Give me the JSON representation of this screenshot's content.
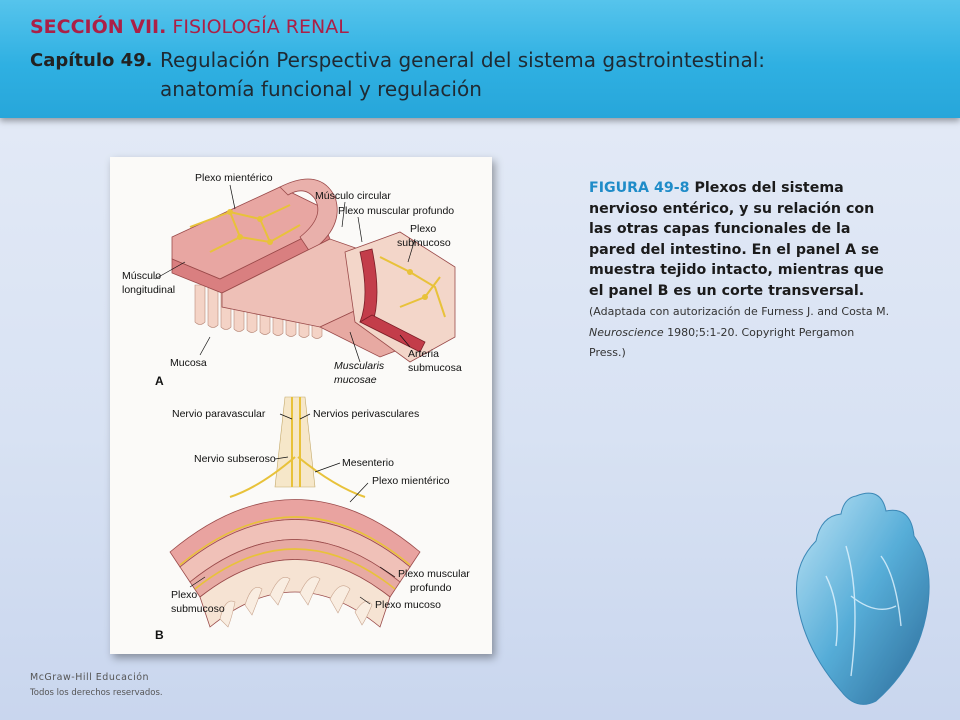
{
  "header": {
    "section_bold": "SECCIÓN VII.",
    "section_rest": "FISIOLOGÍA RENAL",
    "chapter_label": "Capítulo 49.",
    "chapter_title_line1": "Regulación Perspectiva general del sistema gastrointestinal:",
    "chapter_title_line2": "anatomía funcional y regulación"
  },
  "figure": {
    "panel_a": {
      "panel_letter": "A",
      "labels": {
        "plexo_mienterico": "Plexo mientérico",
        "musculo_circular": "Músculo circular",
        "plexo_muscular_profundo": "Plexo muscular profundo",
        "plexo_submucoso_1": "Plexo",
        "plexo_submucoso_2": "submucoso",
        "musculo_longitudinal_1": "Músculo",
        "musculo_longitudinal_2": "longitudinal",
        "mucosa": "Mucosa",
        "muscularis_mucosae_1": "Muscularis",
        "muscularis_mucosae_2": "mucosae",
        "arteria_submucosa_1": "Arteria",
        "arteria_submucosa_2": "submucosa"
      }
    },
    "panel_b": {
      "panel_letter": "B",
      "labels": {
        "nervio_paravascular": "Nervio paravascular",
        "nervios_perivasculares": "Nervios perivasculares",
        "nervio_subseroso": "Nervio subseroso",
        "mesenterio": "Mesenterio",
        "plexo_mienterico": "Plexo mientérico",
        "plexo_muscular_profundo_1": "Plexo muscular",
        "plexo_muscular_profundo_2": "profundo",
        "plexo_submucoso_1": "Plexo",
        "plexo_submucoso_2": "submucoso",
        "plexo_mucoso": "Plexo mucoso"
      }
    }
  },
  "caption": {
    "figure_number": "FIGURA 49-8",
    "main_text": "Plexos del sistema nervioso entérico, y su relación con las otras capas funcionales de la pared del intestino. En el panel A se muestra tejido intacto, mientras que el panel B es un corte transversal",
    "period": ".",
    "source_pre": " (Adaptada con autorización de Furness J. and Costa M. ",
    "source_journal": "Neuroscience",
    "source_post": " 1980;5:1-20.  Copyright Pergamon Press.)"
  },
  "footer": {
    "publisher": "McGraw-Hill Educación",
    "rights": "Todos los derechos reservados."
  },
  "colors": {
    "header_blue": "#2fb0e2",
    "section_crimson": "#ab2047",
    "caption_blue": "#1f8cc8"
  }
}
